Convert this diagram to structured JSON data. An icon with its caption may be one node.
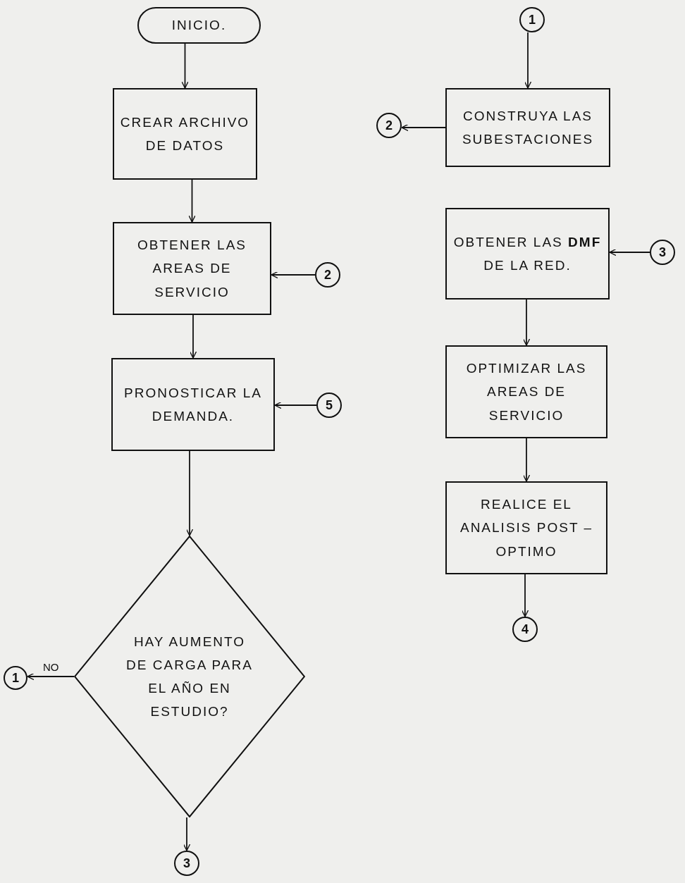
{
  "diagram": {
    "nodes": [
      {
        "text": [
          "INICIO."
        ]
      },
      {
        "text": [
          "CREAR ARCHIVO DE DATOS"
        ]
      },
      {
        "text": [
          "OBTENER LAS AREAS DE SERVICIO"
        ]
      },
      {
        "text": [
          "2"
        ]
      },
      {
        "text": [
          "PRONOSTICAR LA DEMANDA."
        ]
      },
      {
        "text": [
          "5"
        ]
      },
      {
        "text": [
          "HAY AUMENTO DE CARGA PARA EL AÑO EN ESTUDIO?"
        ]
      },
      {
        "text": [
          "1"
        ]
      },
      {
        "text": [
          "3"
        ]
      },
      {
        "text": [
          "1"
        ]
      },
      {
        "text": [
          "CONSTRUYA LAS SUBESTACIONES"
        ]
      },
      {
        "text": [
          "2"
        ]
      },
      {
        "text": [
          "OBTENER LAS **DMF** DE LA RED."
        ]
      },
      {
        "text": [
          "3"
        ]
      },
      {
        "text": [
          "OPTIMIZAR LAS AREAS DE SERVICIO"
        ]
      },
      {
        "text": [
          "REALICE EL ANALISIS POST – OPTIMO"
        ]
      },
      {
        "text": [
          "4"
        ]
      }
    ],
    "edges": [
      {
        "from": 0,
        "to": 1,
        "arrow": "to"
      },
      {
        "from": 1,
        "to": 2,
        "arrow": "to"
      },
      {
        "from": 3,
        "to": 2,
        "arrow": "to"
      },
      {
        "from": 2,
        "to": 4,
        "arrow": "to"
      },
      {
        "from": 5,
        "to": 4,
        "arrow": "to"
      },
      {
        "from": 4,
        "to": 6,
        "arrow": "to"
      },
      {
        "from": 6,
        "to": 7,
        "arrow": "to",
        "label": "NO"
      },
      {
        "from": 6,
        "to": 8,
        "arrow": "to"
      },
      {
        "from": 9,
        "to": 10,
        "arrow": "to"
      },
      {
        "from": 10,
        "to": 11,
        "arrow": "to"
      },
      {
        "from": 13,
        "to": 12,
        "arrow": "to"
      },
      {
        "from": 12,
        "to": 14,
        "arrow": "to"
      },
      {
        "from": 14,
        "to": 15,
        "arrow": "to"
      },
      {
        "from": 15,
        "to": 16,
        "arrow": "to"
      }
    ]
  }
}
